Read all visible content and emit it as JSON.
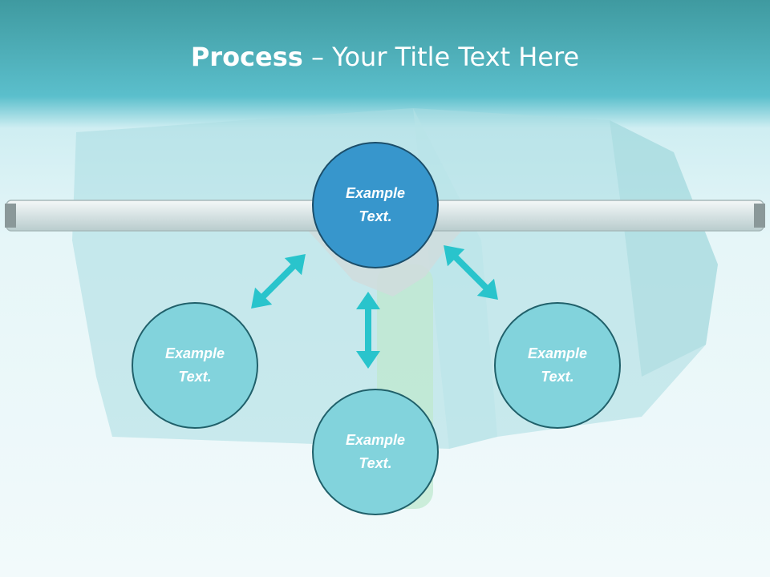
{
  "title": {
    "bold": "Process",
    "rest": " – Your Title Text Here"
  },
  "nodes": {
    "main": {
      "line1": "Example",
      "line2": "Text."
    },
    "left": {
      "line1": "Example",
      "line2": "Text."
    },
    "right": {
      "line1": "Example",
      "line2": "Text."
    },
    "bottom": {
      "line1": "Example",
      "line2": "Text."
    }
  },
  "colors": {
    "accent": "#3796cc",
    "secondary": "#82d3dc",
    "arrow": "#29c4cc",
    "header": "#5bbfcc"
  }
}
